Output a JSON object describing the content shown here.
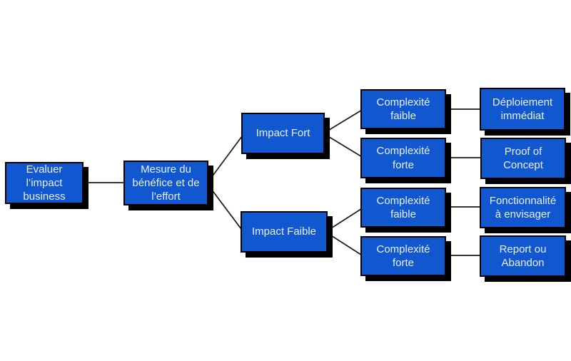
{
  "diagram": {
    "type": "decision-tree-flowchart",
    "language": "fr",
    "colors": {
      "background": "#ffffff",
      "node_fill": "#1157d0",
      "node_border": "#000000",
      "node_shadow": "#000000",
      "node_text": "#e9f1ff",
      "edge_line": "#1a1a1a"
    },
    "nodes": [
      {
        "id": "evaluer-impact-business",
        "label": "Evaluer\nl’impact\nbusiness"
      },
      {
        "id": "mesure-benefice-effort",
        "label": "Mesure du\nbénéfice et de\nl’effort"
      },
      {
        "id": "impact-fort",
        "label": "Impact Fort"
      },
      {
        "id": "impact-faible",
        "label": "Impact Faible"
      },
      {
        "id": "complexite-faible-sous-impact-fort",
        "label": "Complexité\nfaible"
      },
      {
        "id": "complexite-forte-sous-impact-fort",
        "label": "Complexité\nforte"
      },
      {
        "id": "complexite-faible-sous-impact-faible",
        "label": "Complexité\nfaible"
      },
      {
        "id": "complexite-forte-sous-impact-faible",
        "label": "Complexité\nforte"
      },
      {
        "id": "deploiement-immediat",
        "label": "Déploiement\nimmédiat"
      },
      {
        "id": "proof-of-concept",
        "label": "Proof of\nConcept"
      },
      {
        "id": "fonctionnalite-a-envisager",
        "label": "Fonctionnalité\nà envisager"
      },
      {
        "id": "report-ou-abandon",
        "label": "Report ou\nAbandon"
      }
    ],
    "edges": [
      {
        "from": "evaluer-impact-business",
        "to": "mesure-benefice-effort"
      },
      {
        "from": "mesure-benefice-effort",
        "to": "impact-fort"
      },
      {
        "from": "mesure-benefice-effort",
        "to": "impact-faible"
      },
      {
        "from": "impact-fort",
        "to": "complexite-faible-sous-impact-fort"
      },
      {
        "from": "impact-fort",
        "to": "complexite-forte-sous-impact-fort"
      },
      {
        "from": "impact-faible",
        "to": "complexite-faible-sous-impact-faible"
      },
      {
        "from": "impact-faible",
        "to": "complexite-forte-sous-impact-faible"
      },
      {
        "from": "complexite-faible-sous-impact-fort",
        "to": "deploiement-immediat"
      },
      {
        "from": "complexite-forte-sous-impact-fort",
        "to": "proof-of-concept"
      },
      {
        "from": "complexite-faible-sous-impact-faible",
        "to": "fonctionnalite-a-envisager"
      },
      {
        "from": "complexite-forte-sous-impact-faible",
        "to": "report-ou-abandon"
      }
    ]
  }
}
